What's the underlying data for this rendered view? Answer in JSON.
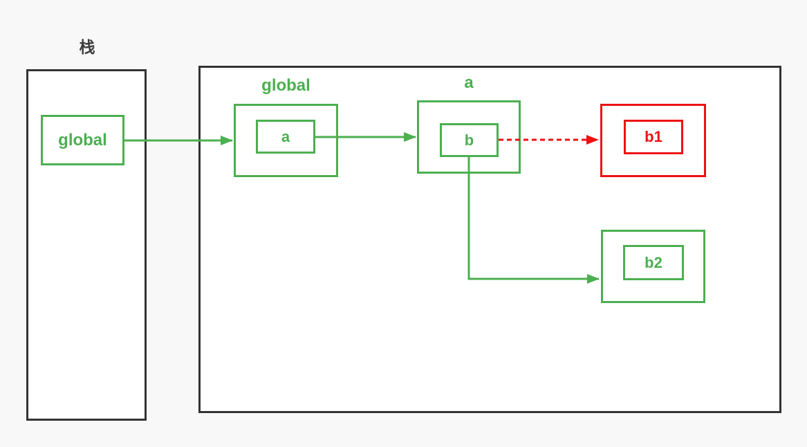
{
  "diagram": {
    "type": "memory-reference-diagram",
    "colors": {
      "green": "#4caf50",
      "red": "#ee1111",
      "frame_border": "#333333",
      "background": "#f8f8f8",
      "title_text": "#3d3d3d"
    },
    "stack": {
      "title": "栈",
      "frames": [
        {
          "id": "stack_global",
          "label": "global"
        }
      ]
    },
    "heap": {
      "objects": [
        {
          "id": "heap_global",
          "title": "global",
          "slot": "a",
          "color": "green"
        },
        {
          "id": "heap_a",
          "title": "a",
          "slot": "b",
          "color": "green"
        },
        {
          "id": "heap_b1",
          "title": "",
          "slot": "b1",
          "color": "red"
        },
        {
          "id": "heap_b2",
          "title": "",
          "slot": "b2",
          "color": "green"
        }
      ]
    },
    "edges": [
      {
        "from": "stack.global",
        "to": "heap.global",
        "color": "green",
        "style": "solid"
      },
      {
        "from": "heap.global.a",
        "to": "heap.a",
        "color": "green",
        "style": "solid"
      },
      {
        "from": "heap.a.b",
        "to": "heap.b1",
        "color": "red",
        "style": "dashed"
      },
      {
        "from": "heap.a.b",
        "to": "heap.b2",
        "color": "green",
        "style": "solid"
      }
    ]
  }
}
